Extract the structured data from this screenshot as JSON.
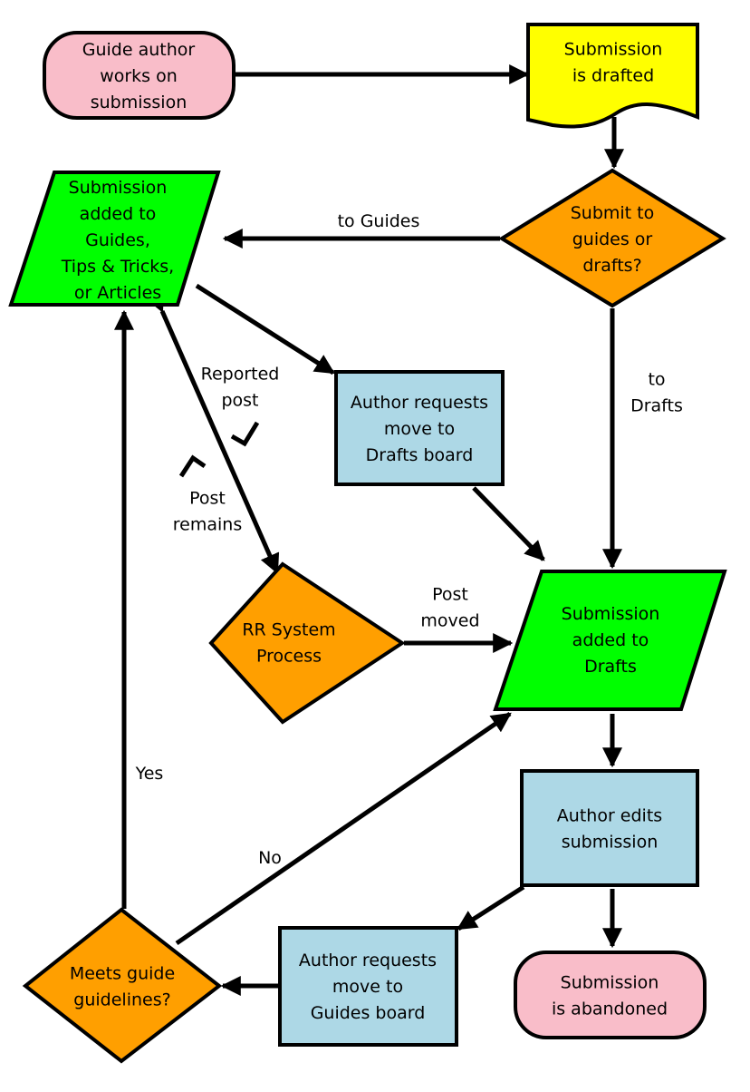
{
  "colors": {
    "terminal": "#f9bdc9",
    "document": "#ffff00",
    "decision": "#ff9f00",
    "data": "#00ff00",
    "process": "#add8e6",
    "stroke": "#000000"
  },
  "nodes": {
    "start": {
      "lines": [
        "Guide author",
        "works on",
        "submission"
      ]
    },
    "drafted": {
      "lines": [
        "Submission",
        "is drafted"
      ]
    },
    "submit_choice": {
      "lines": [
        "Submit to",
        "guides or",
        "drafts?"
      ]
    },
    "added_guides": {
      "lines": [
        "Submission",
        "added to",
        "Guides,",
        "Tips & Tricks,",
        "or Articles"
      ]
    },
    "request_drafts": {
      "lines": [
        "Author requests",
        "move to",
        "Drafts board"
      ]
    },
    "rr_process": {
      "lines": [
        "RR System",
        "Process"
      ]
    },
    "added_drafts": {
      "lines": [
        "Submission",
        "added to",
        "Drafts"
      ]
    },
    "edits": {
      "lines": [
        "Author edits",
        "submission"
      ]
    },
    "request_guides": {
      "lines": [
        "Author requests",
        "move to",
        "Guides board"
      ]
    },
    "meets": {
      "lines": [
        "Meets guide",
        "guidelines?"
      ]
    },
    "abandoned": {
      "lines": [
        "Submission",
        "is abandoned"
      ]
    }
  },
  "edge_labels": {
    "to_guides": [
      "to Guides"
    ],
    "to_drafts": [
      "to",
      "Drafts"
    ],
    "reported_post": [
      "Reported",
      "post"
    ],
    "post_remains": [
      "Post",
      "remains"
    ],
    "post_moved": [
      "Post",
      "moved"
    ],
    "yes": [
      "Yes"
    ],
    "no": [
      "No"
    ]
  }
}
